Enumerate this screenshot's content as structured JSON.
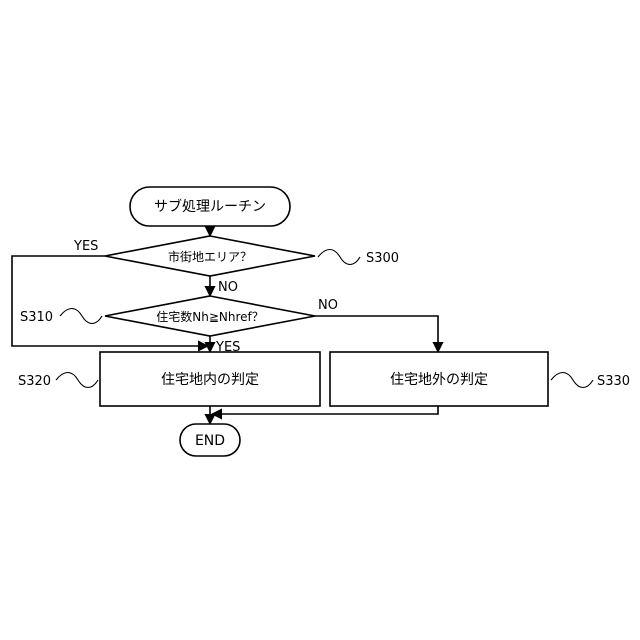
{
  "nodes": {
    "start": "サブ処理ルーチン",
    "decision1": "市街地エリア？",
    "decision2": "住宅数Nh≧Nhref？",
    "process_inside": "住宅地内の判定",
    "process_outside": "住宅地外の判定",
    "end": "END"
  },
  "refs": {
    "s300": "S300",
    "s310": "S310",
    "s320": "S320",
    "s330": "S330"
  },
  "flow_labels": {
    "yes1": "YES",
    "no1": "NO",
    "no2": "NO",
    "yes2": "YES"
  }
}
